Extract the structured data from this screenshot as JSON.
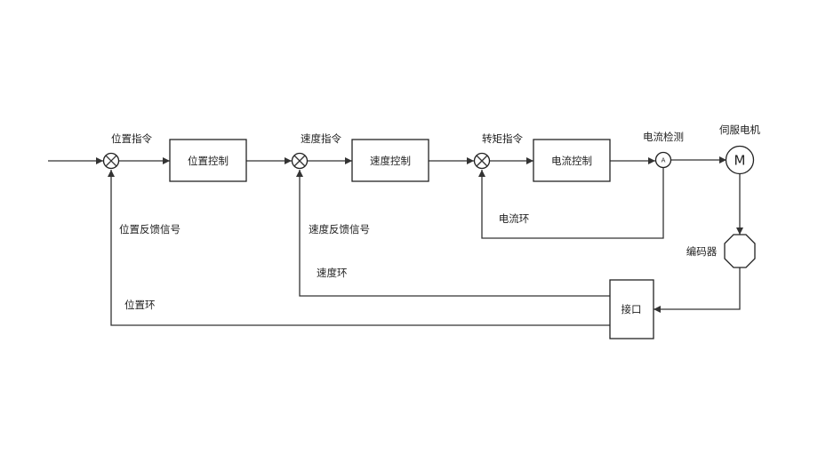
{
  "blocks": {
    "position_control": "位置控制",
    "speed_control": "速度控制",
    "current_control": "电流控制",
    "interface": "接口"
  },
  "signals": {
    "position_command": "位置指令",
    "speed_command": "速度指令",
    "torque_command": "转矩指令",
    "position_feedback": "位置反馈信号",
    "speed_feedback": "速度反馈信号"
  },
  "loops": {
    "current_loop": "电流环",
    "speed_loop": "速度环",
    "position_loop": "位置环"
  },
  "devices": {
    "current_detection": "电流检测",
    "current_sensor_symbol": "A",
    "servo_motor": "伺服电机",
    "motor_symbol": "M",
    "encoder": "编码器"
  },
  "colors": {
    "line": "#333333",
    "background": "#ffffff"
  }
}
